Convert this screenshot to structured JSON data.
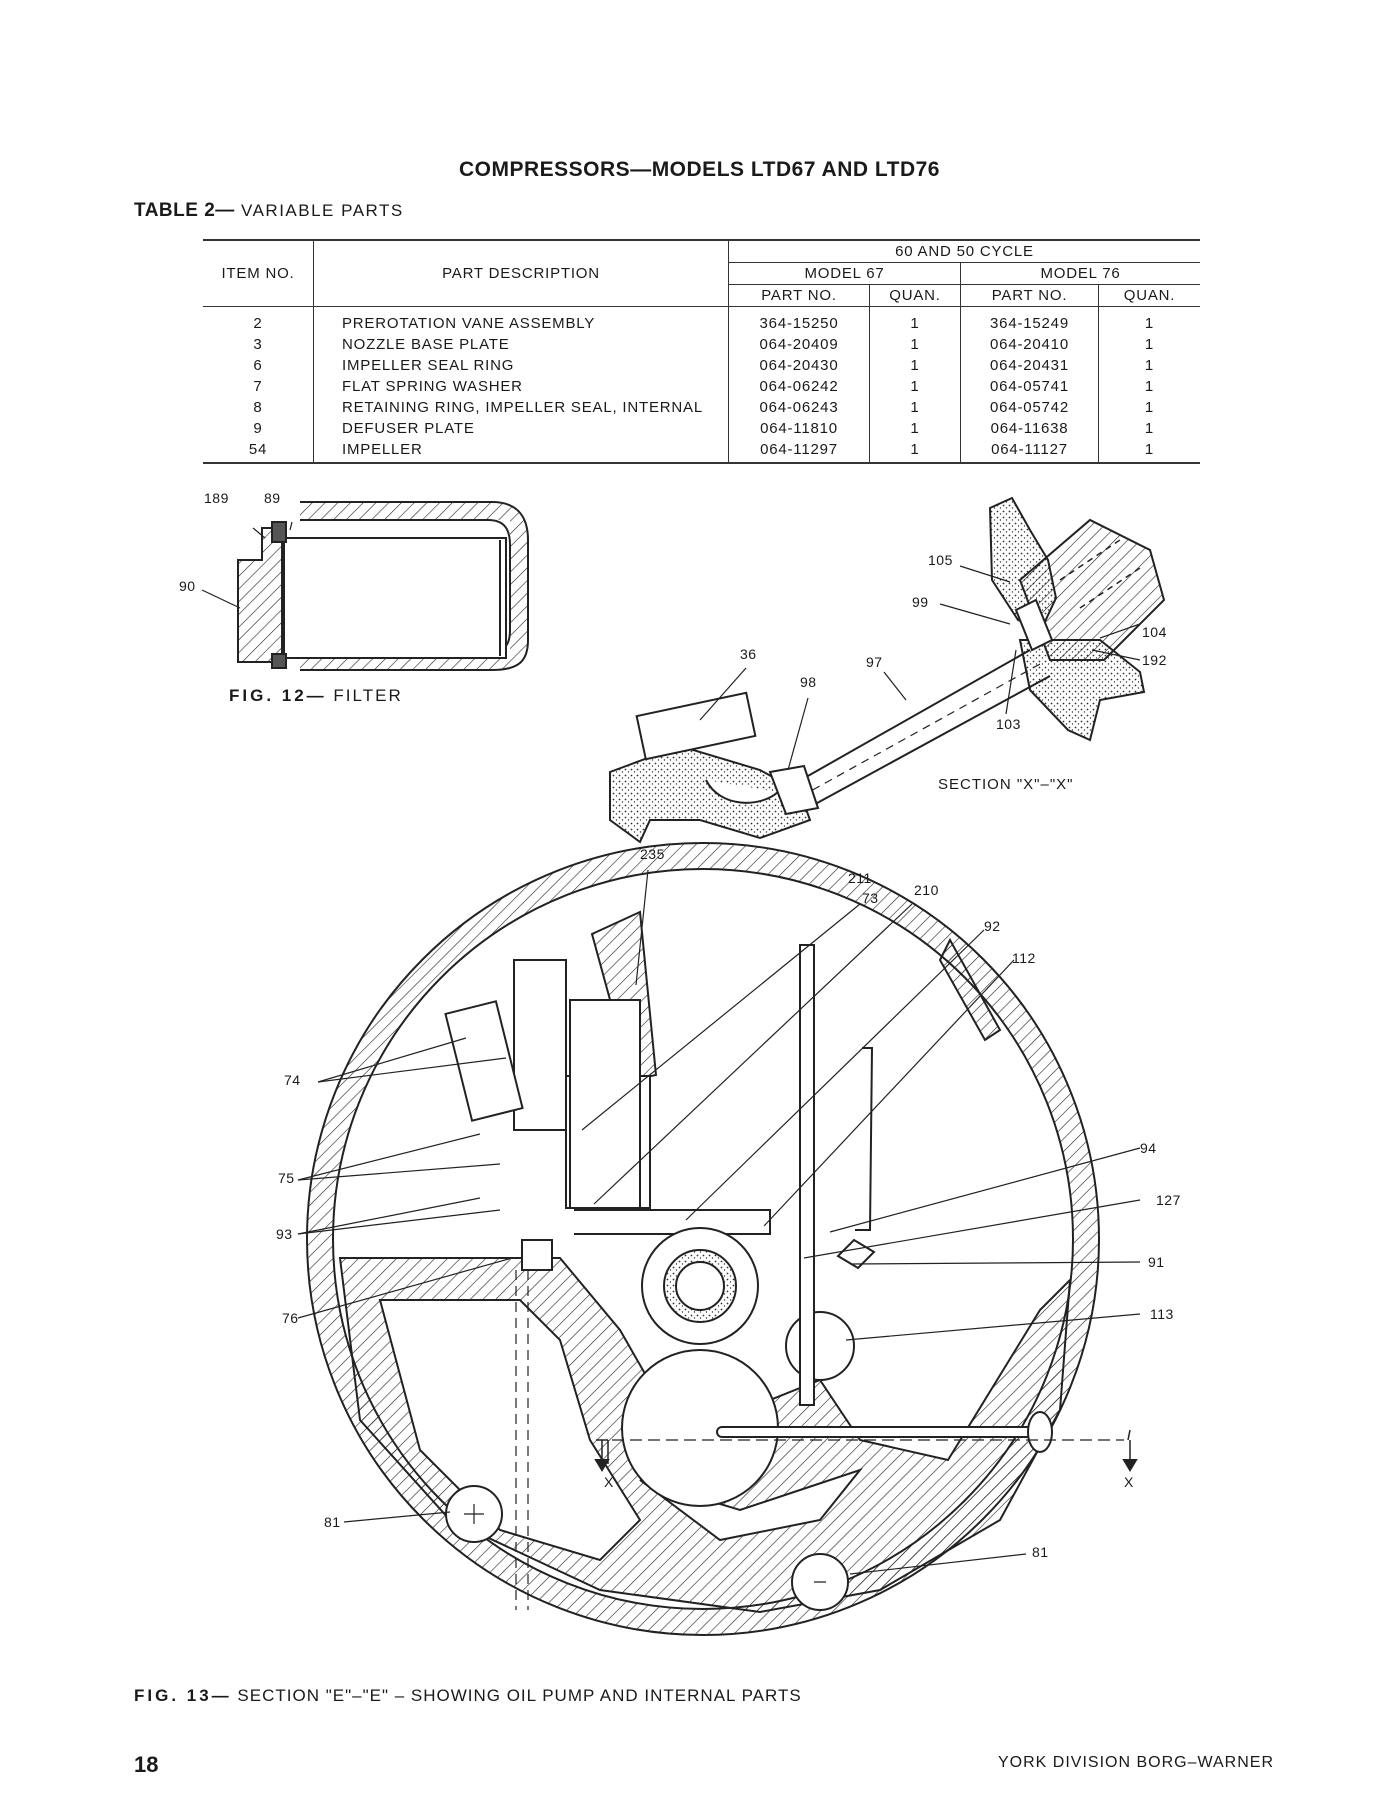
{
  "header": {
    "title": "COMPRESSORS—MODELS LTD67 AND LTD76",
    "table_label_bold": "TABLE 2—",
    "table_label_text": "VARIABLE PARTS"
  },
  "table": {
    "col_item": "ITEM NO.",
    "col_desc": "PART DESCRIPTION",
    "cycle": "60 AND 50 CYCLE",
    "model_a": "MODEL 67",
    "model_b": "MODEL 76",
    "part_no": "PART NO.",
    "quan": "QUAN.",
    "rows": [
      {
        "item": "2",
        "desc": "PREROTATION VANE ASSEMBLY",
        "p67": "364-15250",
        "q67": "1",
        "p76": "364-15249",
        "q76": "1"
      },
      {
        "item": "3",
        "desc": "NOZZLE BASE PLATE",
        "p67": "064-20409",
        "q67": "1",
        "p76": "064-20410",
        "q76": "1"
      },
      {
        "item": "6",
        "desc": "IMPELLER SEAL RING",
        "p67": "064-20430",
        "q67": "1",
        "p76": "064-20431",
        "q76": "1"
      },
      {
        "item": "7",
        "desc": "FLAT SPRING WASHER",
        "p67": "064-06242",
        "q67": "1",
        "p76": "064-05741",
        "q76": "1"
      },
      {
        "item": "8",
        "desc": "RETAINING RING, IMPELLER SEAL, INTERNAL",
        "p67": "064-06243",
        "q67": "1",
        "p76": "064-05742",
        "q76": "1"
      },
      {
        "item": "9",
        "desc": "DEFUSER PLATE",
        "p67": "064-11810",
        "q67": "1",
        "p76": "064-11638",
        "q76": "1"
      },
      {
        "item": "54",
        "desc": "IMPELLER",
        "p67": "064-11297",
        "q67": "1",
        "p76": "064-11127",
        "q76": "1"
      }
    ]
  },
  "fig12": {
    "caption_bold": "FIG. 12—",
    "caption_text": "FILTER",
    "labels": {
      "a": "189",
      "b": "89",
      "c": "90"
    }
  },
  "section_x": {
    "caption": "SECTION \"X\"–\"X\"",
    "labels": {
      "l105": "105",
      "l99": "99",
      "l104": "104",
      "l192": "192",
      "l36": "36",
      "l97": "97",
      "l98": "98",
      "l103": "103"
    }
  },
  "fig13": {
    "caption_bold": "FIG. 13—",
    "caption_text": "SECTION \"E\"–\"E\" – SHOWING OIL PUMP AND INTERNAL PARTS",
    "labels": {
      "l235": "235",
      "l211": "211",
      "l73": "73",
      "l210": "210",
      "l92": "92",
      "l112": "112",
      "l74": "74",
      "l75": "75",
      "l93": "93",
      "l76": "76",
      "l94": "94",
      "l127": "127",
      "l91": "91",
      "l113": "113",
      "x1": "X",
      "x2": "X",
      "l81a": "81",
      "l81b": "81"
    }
  },
  "footer": {
    "page": "18",
    "company": "YORK DIVISION  BORG–WARNER"
  }
}
